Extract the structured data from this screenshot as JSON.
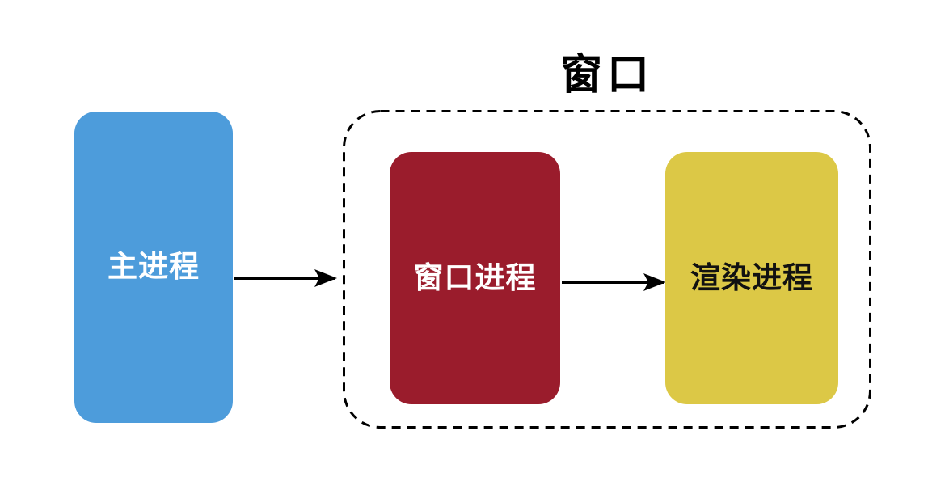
{
  "diagram": {
    "background": "#FFFFFF",
    "group": {
      "label": "窗口",
      "border_color": "#000000",
      "border_style": "dashed"
    },
    "nodes": [
      {
        "id": "main-process",
        "label": "主进程",
        "fill": "#4D9CDB",
        "text_color": "#FFFFFF"
      },
      {
        "id": "window-process",
        "label": "窗口进程",
        "fill": "#9A1C2C",
        "text_color": "#FFFFFF",
        "group": "窗口"
      },
      {
        "id": "render-process",
        "label": "渲染进程",
        "fill": "#DCC846",
        "text_color": "#111111",
        "group": "窗口"
      }
    ],
    "edges": [
      {
        "from": "主进程",
        "to": "窗口进程",
        "style": "solid-arrow",
        "color": "#000000"
      },
      {
        "from": "窗口进程",
        "to": "渲染进程",
        "style": "solid-arrow",
        "color": "#000000"
      }
    ]
  }
}
